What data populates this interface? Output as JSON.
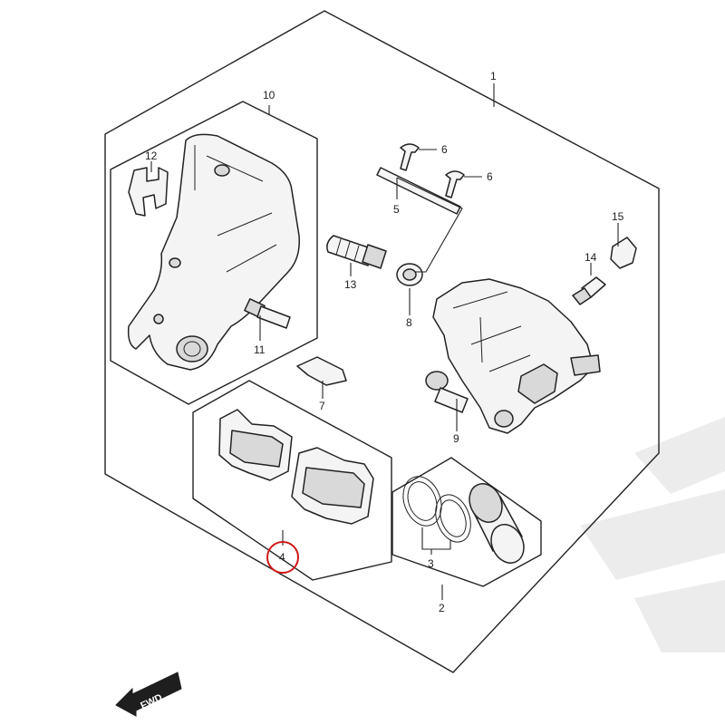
{
  "callouts": {
    "c1": "1",
    "c2": "2",
    "c3": "3",
    "c4": "4",
    "c5": "5",
    "c6a": "6",
    "c6b": "6",
    "c7": "7",
    "c8": "8",
    "c9": "9",
    "c10": "10",
    "c11": "11",
    "c12": "12",
    "c13": "13",
    "c14": "14",
    "c15": "15"
  },
  "direction_arrow": {
    "label": "FWD",
    "icon": "forward-arrow-icon"
  },
  "highlight": {
    "target_callout": "4",
    "color": "#d01818"
  }
}
